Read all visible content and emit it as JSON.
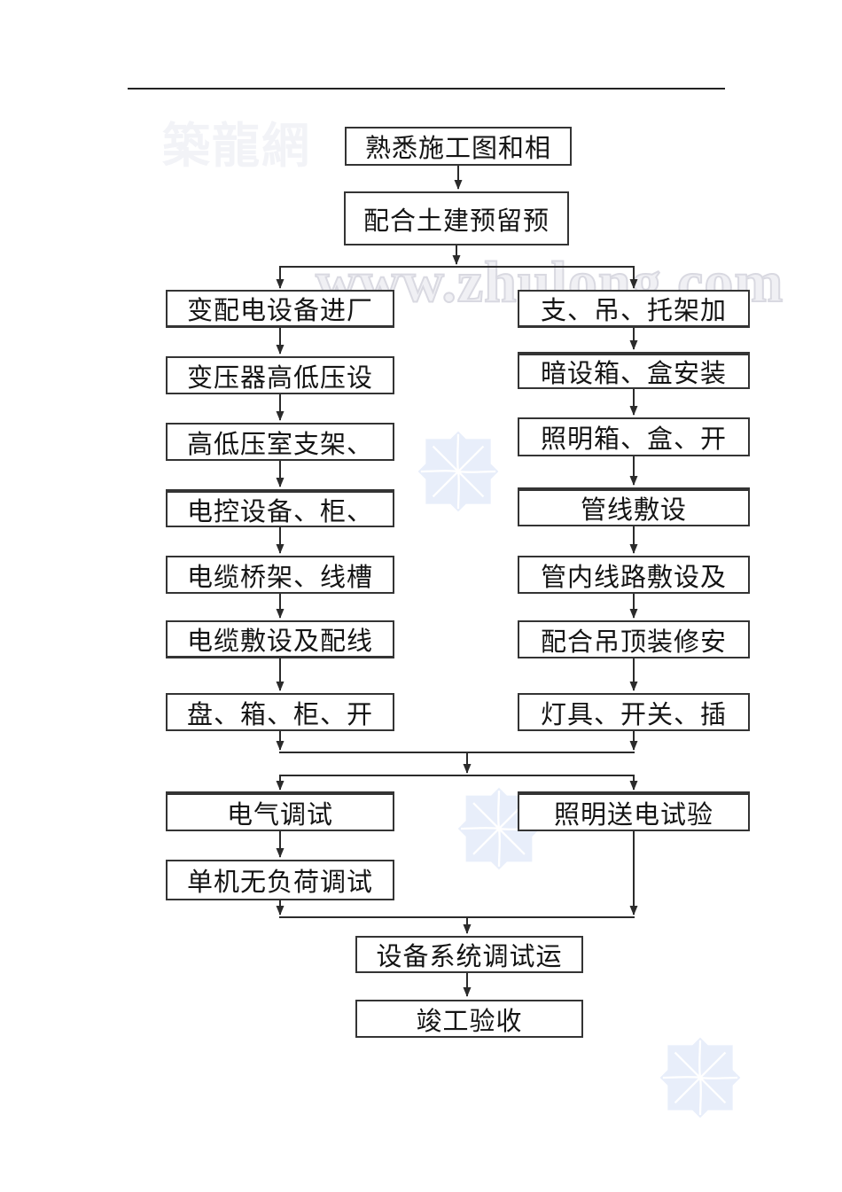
{
  "watermarks": {
    "site_name_cjk": "築龍網",
    "site_url": "www.zhulong.com"
  },
  "flow": {
    "top": [
      "熟悉施工图和相",
      "配合土建预留预"
    ],
    "left_column": [
      "变配电设备进厂",
      "变压器高低压设",
      "高低压室支架、",
      "电控设备、柜、",
      "电缆桥架、线槽",
      "电缆敷设及配线",
      "盘、箱、柜、开"
    ],
    "right_column": [
      "支、吊、托架加",
      "暗设箱、盒安装",
      "照明箱、盒、开",
      "管线敷设",
      "管内线路敷设及",
      "配合吊顶装修安",
      "灯具、开关、插"
    ],
    "commissioning": {
      "electrical_test": "电气调试",
      "lighting_test": "照明送电试验",
      "no_load_test": "单机无负荷调试"
    },
    "final": [
      "设备系统调试运",
      "竣工验收"
    ]
  },
  "colors": {
    "line": "#2b2b2b",
    "box_border": "#343434",
    "watermark_url_outline": "#d9d9e1",
    "watermark_cjk": "#f2f3f7",
    "flower_fill": "#e8eefa"
  }
}
